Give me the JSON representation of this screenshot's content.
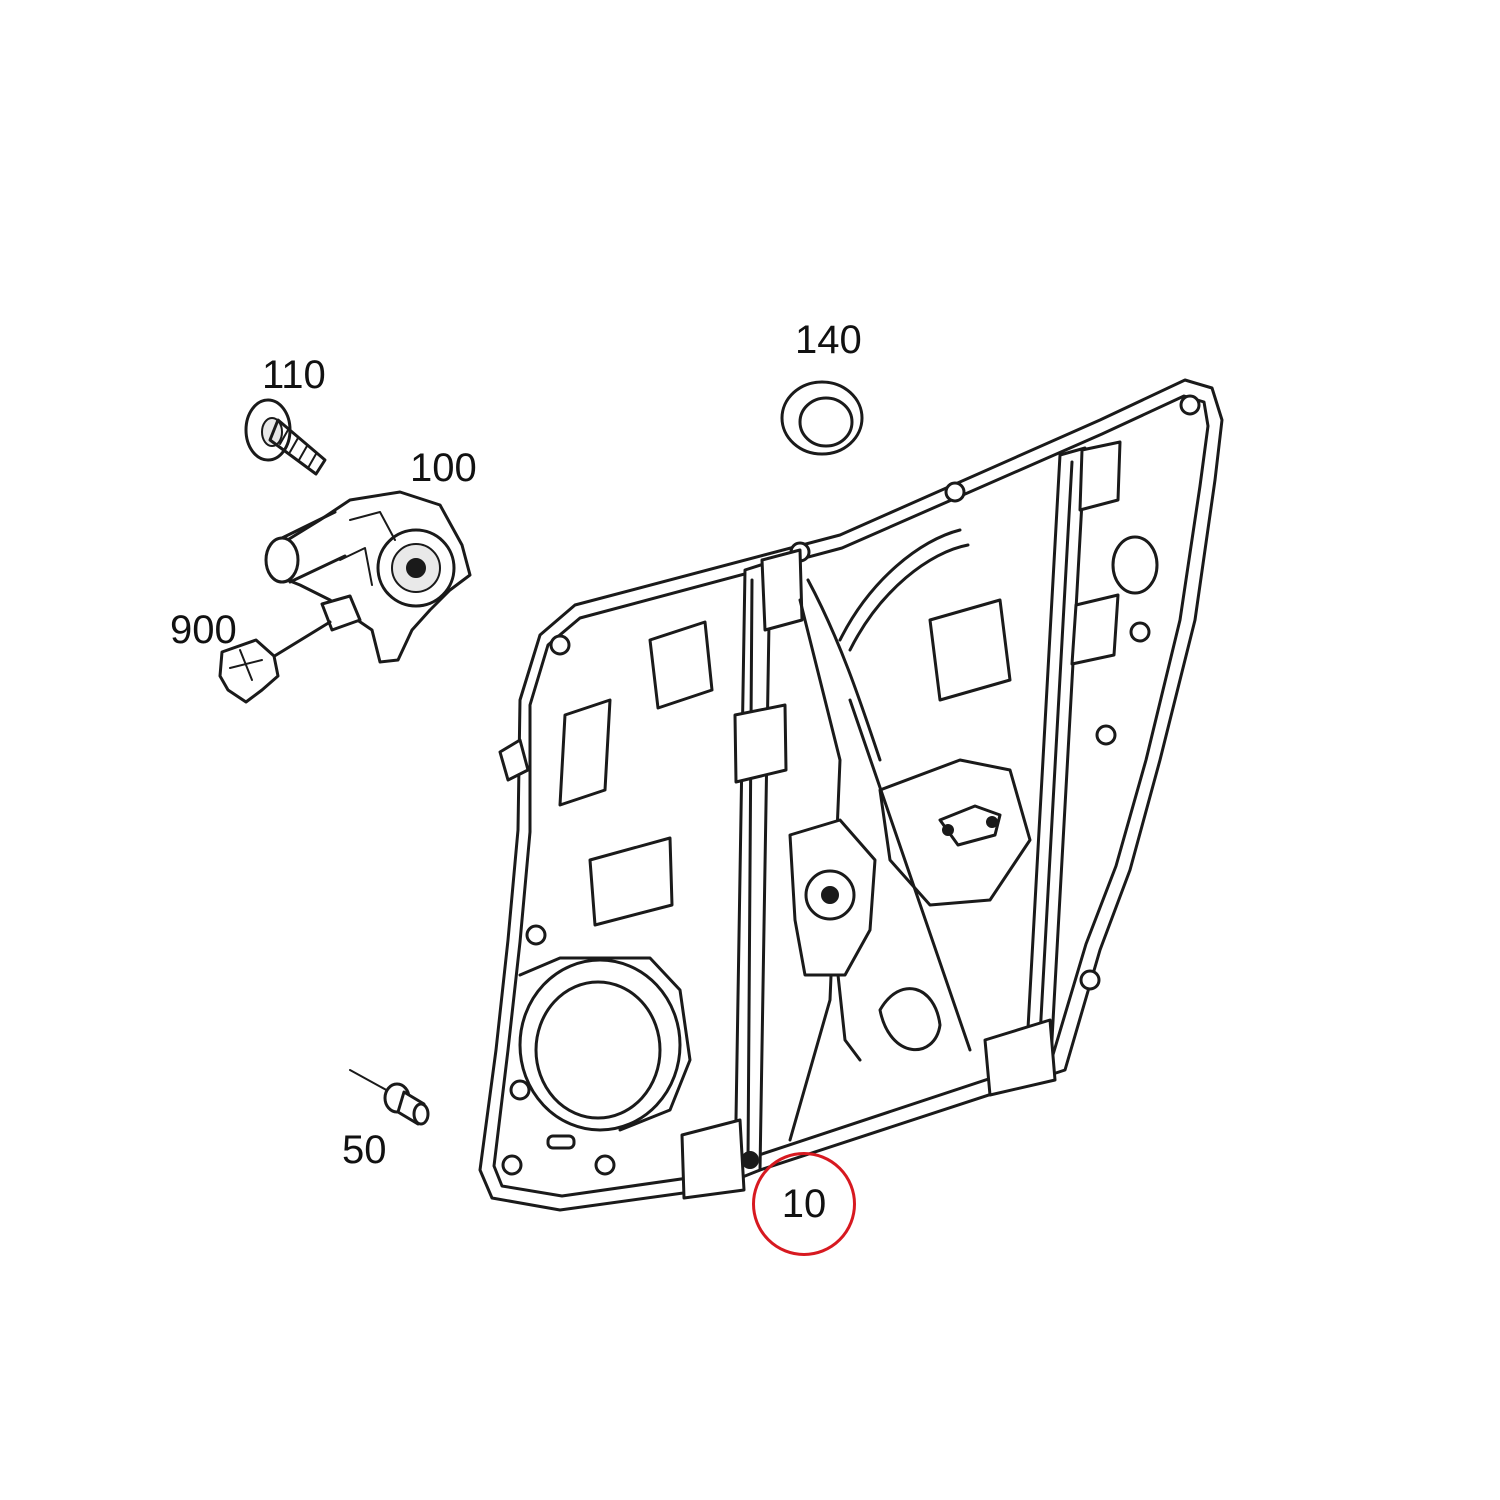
{
  "callouts": {
    "part_110": "110",
    "part_100": "100",
    "part_900": "900",
    "part_140": "140",
    "part_50": "50",
    "part_10": "10"
  },
  "highlight": {
    "part": "10",
    "ring_color": "#d71920"
  }
}
